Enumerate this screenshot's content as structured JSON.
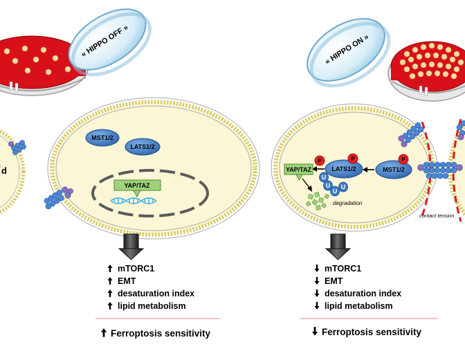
{
  "left_panel": {
    "dish_label": "« HIPPO OFF »",
    "proteins": [
      "MST1/2",
      "LATS1/2"
    ],
    "nucleus_label": "YAP/TAZ",
    "neighbor_cell_fragment_text": "d",
    "outcomes": [
      {
        "direction": "up",
        "label": "mTORC1"
      },
      {
        "direction": "up",
        "label": "EMT"
      },
      {
        "direction": "up",
        "label": "desaturation index"
      },
      {
        "direction": "up",
        "label": "lipid metabolism"
      }
    ],
    "sensitivity": {
      "direction": "up",
      "label": "Ferroptosis sensitivity"
    }
  },
  "right_panel": {
    "dish_label": "« HIPPO ON »",
    "proteins": [
      "MST1/2",
      "LATS1/2"
    ],
    "yap_label": "YAP/TAZ",
    "phospho_label": "P",
    "ubiquitin_label": "U",
    "degradation_label": "degradation",
    "contact_label": "contact tension",
    "outcomes": [
      {
        "direction": "down",
        "label": "mTORC1"
      },
      {
        "direction": "down",
        "label": "EMT"
      },
      {
        "direction": "down",
        "label": "desaturation index"
      },
      {
        "direction": "down",
        "label": "lipid metabolism"
      }
    ],
    "sensitivity": {
      "direction": "down",
      "label": "Ferroptosis sensitivity"
    }
  },
  "colors": {
    "dish_red": "#d8101a",
    "colony_yellow": "#f3dc9a",
    "cytoplasm": "#fbf6d6",
    "membrane_bead": "#f0e070",
    "protein_blue": "#3b78c4",
    "yap_green": "#9fd27a",
    "phospho_red": "#e41e20",
    "receptor_blue": "#4a88d8",
    "receptor_purple": "#8a6ec4",
    "divider_red": "#e8808a"
  }
}
